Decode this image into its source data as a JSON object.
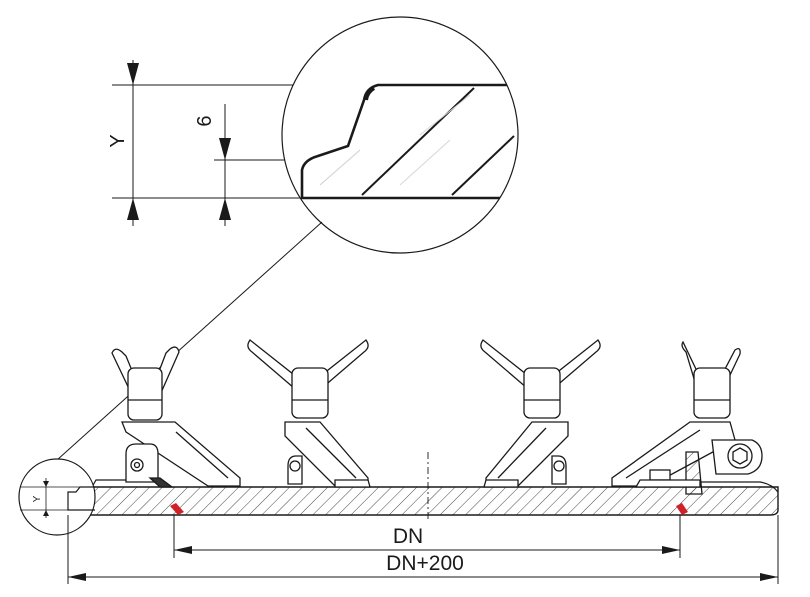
{
  "labels": {
    "y_large": "Y",
    "six": "6",
    "y_small": "Y",
    "dn": "DN",
    "dn_plus": "DN+200"
  },
  "colors": {
    "line": "#1a1a1a",
    "seal": "#d0202a",
    "background": "#ffffff"
  }
}
